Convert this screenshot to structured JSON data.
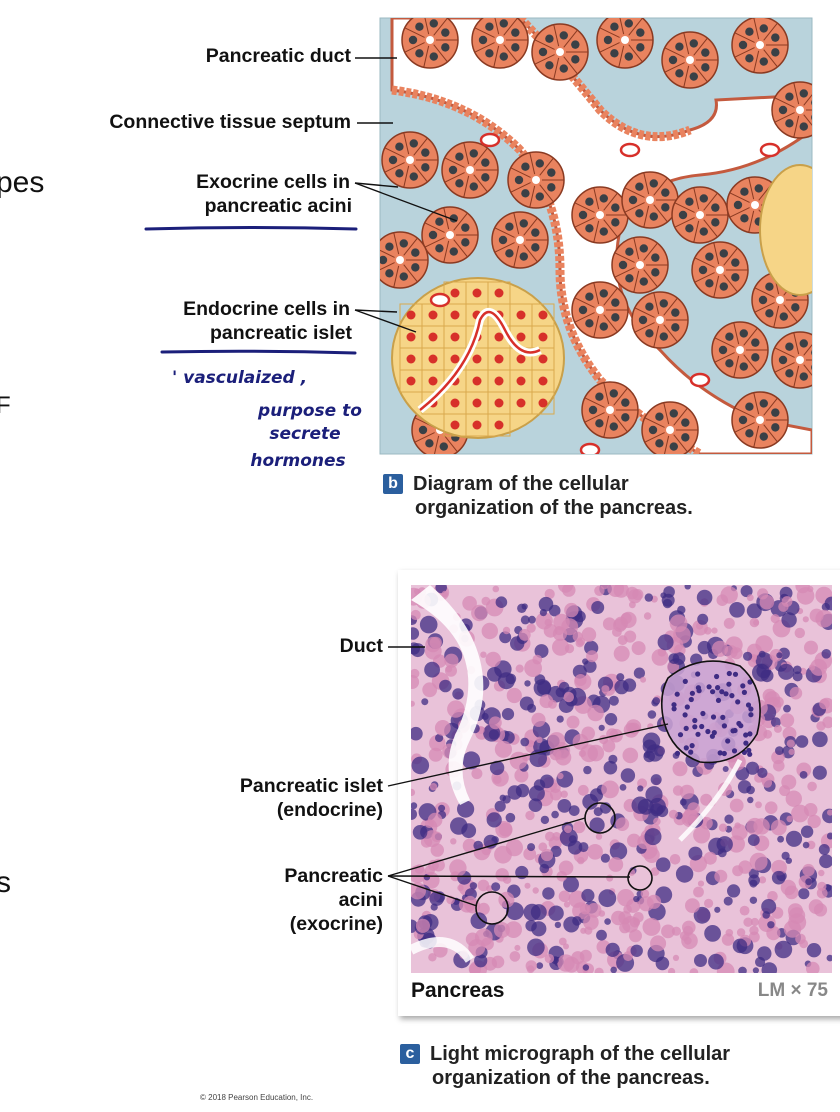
{
  "left_fragments": [
    "pes",
    "F",
    "s"
  ],
  "panel_b": {
    "labels": {
      "pancreatic_duct": "Pancreatic duct",
      "connective_tissue_septum": "Connective tissue septum",
      "exocrine_line1": "Exocrine cells in",
      "exocrine_line2": "pancreatic acini",
      "endocrine_line1": "Endocrine cells in",
      "endocrine_line2": "pancreatic islet"
    },
    "annotation": [
      "' vasculaized ,",
      "purpose to",
      "secrete",
      "hormones"
    ],
    "caption_letter": "b",
    "caption_line1": "Diagram of the cellular",
    "caption_line2": "organization of the pancreas."
  },
  "panel_c": {
    "labels": {
      "duct": "Duct",
      "islet_line1": "Pancreatic islet",
      "islet_line2": "(endocrine)",
      "acini_line1": "Pancreatic",
      "acini_line2": "acini",
      "acini_line3": "(exocrine)"
    },
    "footer_left": "Pancreas",
    "footer_right": "LM × 75",
    "caption_letter": "c",
    "caption_line1": "Light micrograph of the cellular",
    "caption_line2": "organization of the pancreas."
  },
  "copyright": "© 2018 Pearson Education, Inc.",
  "colors": {
    "acinar_cell": "#e9835f",
    "acinar_border": "#8a3a22",
    "nucleus": "#3a4046",
    "connective": "#b9d3dc",
    "islet": "#f6d587",
    "vessel": "#d7302a",
    "micrograph_pink": "#d68ab4",
    "micrograph_purple": "#3f2c83",
    "ink": "#1b1f7a",
    "badge": "#2b5f9e"
  }
}
